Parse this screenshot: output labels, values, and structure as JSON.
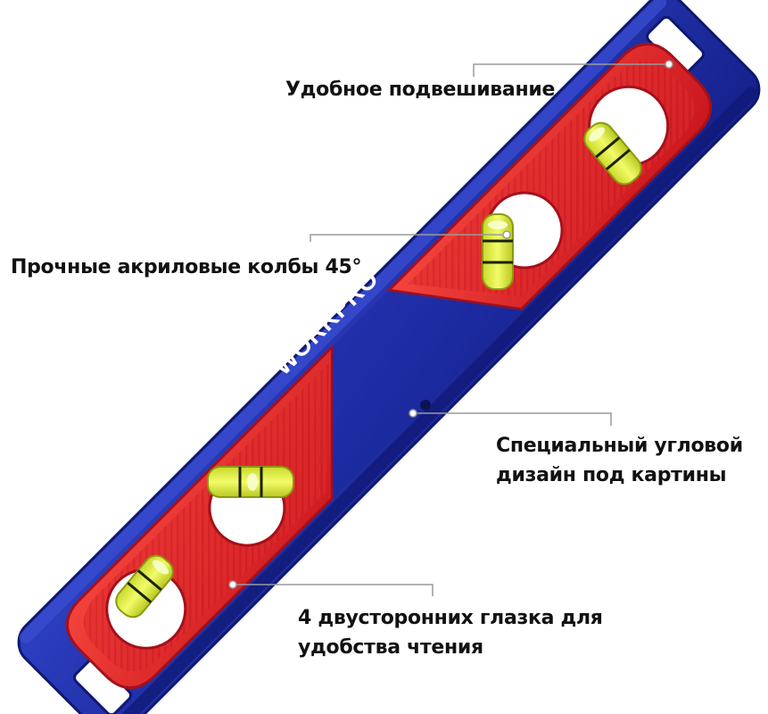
{
  "product": {
    "brand": "WORKPRO",
    "colors": {
      "body_blue": "#1f2fa6",
      "frame_red": "#e8282e",
      "vial_yellow": "#e3f23a",
      "leader_line": "#9a9a9a"
    }
  },
  "callouts": {
    "hanging": {
      "lines": [
        "Удобное подвешивание"
      ]
    },
    "vials": {
      "lines": [
        "Прочные акриловые колбы 45°"
      ]
    },
    "angle": {
      "lines": [
        "Специальный угловой",
        "дизайн под картины"
      ]
    },
    "eyes": {
      "lines": [
        "4 двусторонних глазка для",
        "удобства чтения"
      ]
    }
  }
}
